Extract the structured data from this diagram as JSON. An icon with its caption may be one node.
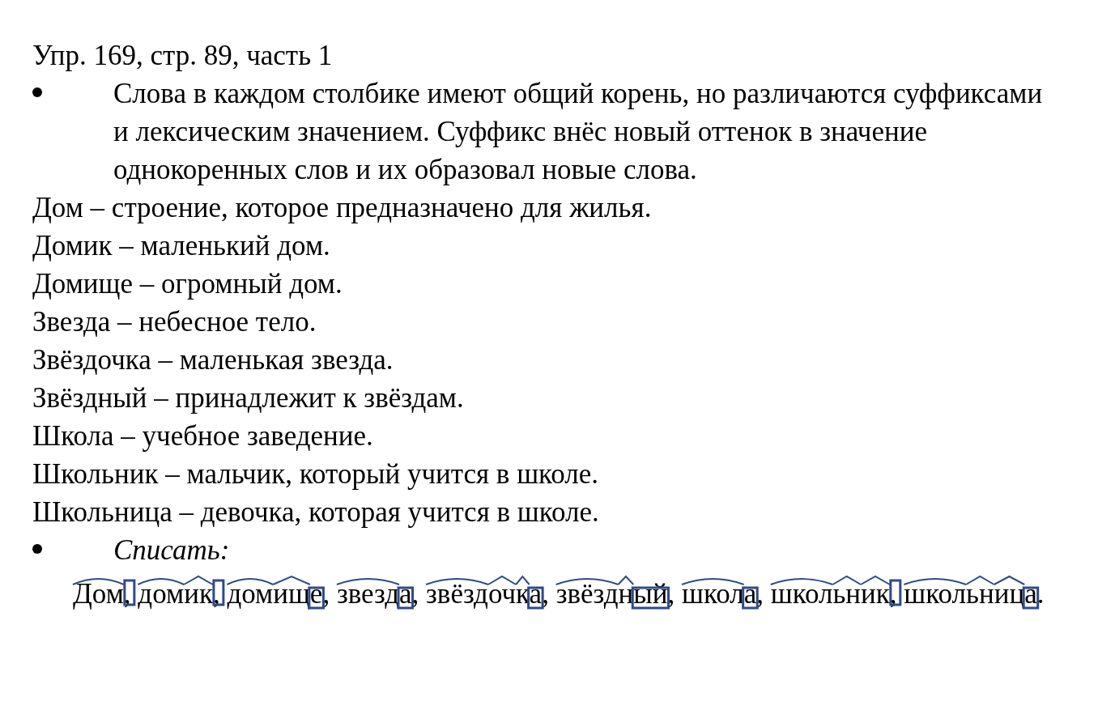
{
  "diagram": {
    "title": "Упр. 169, стр. 89, часть 1",
    "labels": [
      "Слова в каждом столбике имеют общий корень, но различаются суффиксами и лексическим значением. Суффикс внёс новый оттенок в значение однокоренных слов и их образовал новые слова.",
      "Дом – строение, которое предназначено для жилья.",
      "Домик – маленький дом.",
      "Домище – огромный дом.",
      "Звезда – небесное тело.",
      "Звёздочка – маленькая звезда.",
      "Звёздный – принадлежит к звёздам.",
      "Школа – учебное заведение.",
      "Школьник – мальчик, который учится в школе.",
      "Школьница – девочка, которая учится в школе.",
      "Списать:",
      "Дом, домик, домище, звезда, звёздочка, звёздный, школа, школьник, школьница."
    ]
  }
}
